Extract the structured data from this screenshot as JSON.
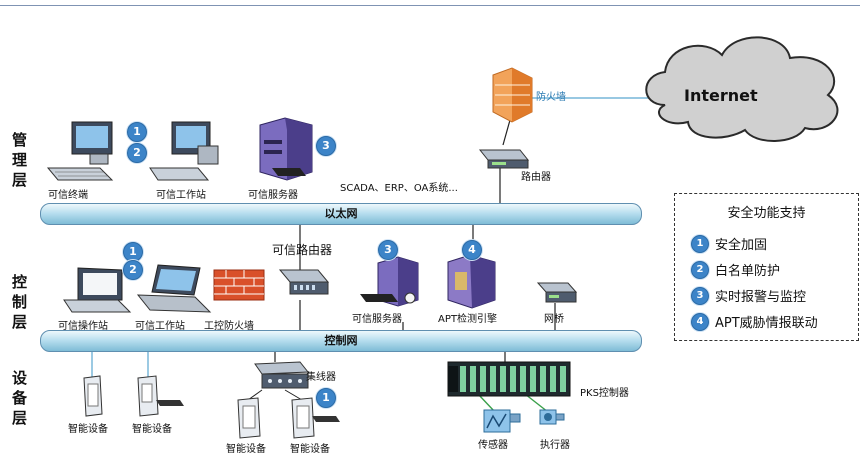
{
  "layers": {
    "management": "管理层",
    "control": "控制层",
    "device": "设备层"
  },
  "networks": {
    "ethernet": "以太网",
    "control": "控制网"
  },
  "cloud": {
    "label": "Internet"
  },
  "management_nodes": {
    "terminal": "可信终端",
    "workstation": "可信工作站",
    "server": "可信服务器",
    "systems": "SCADA、ERP、OA系统...",
    "router": "路由器",
    "firewall": "防火墙"
  },
  "control_nodes": {
    "trusted_router": "可信路由器",
    "op_station": "可信操作站",
    "workstation": "可信工作站",
    "ics_firewall": "工控防火墙",
    "server": "可信服务器",
    "apt_engine": "APT检测引擎",
    "bridge": "网桥"
  },
  "device_nodes": {
    "hub": "集线器",
    "smart1": "智能设备",
    "smart2": "智能设备",
    "smart3": "智能设备",
    "smart4": "智能设备",
    "pks": "PKS控制器",
    "sensor": "传感器",
    "actuator": "执行器"
  },
  "badges": {
    "one": "1",
    "two": "2",
    "three": "3",
    "four": "4"
  },
  "legend": {
    "title": "安全功能支持",
    "items": [
      {
        "num": "1",
        "text": "安全加固"
      },
      {
        "num": "2",
        "text": "白名单防护"
      },
      {
        "num": "3",
        "text": "实时报警与监控"
      },
      {
        "num": "4",
        "text": "APT威胁情报联动"
      }
    ]
  },
  "colors": {
    "badge": "#3c84c8",
    "pipe": "#9fd0e6",
    "firewall": "#e8873a",
    "server": "#6b5aa8"
  }
}
